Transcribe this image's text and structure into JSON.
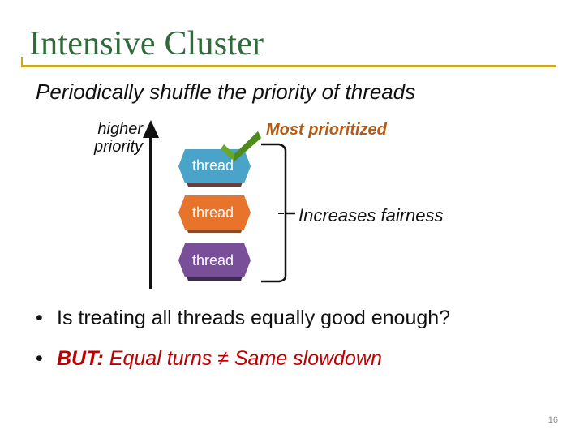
{
  "slide": {
    "title": "Intensive Cluster",
    "subtitle": "Periodically shuffle the priority of threads",
    "axis_label": "higher\npriority",
    "most_prioritized": "Most prioritized",
    "increases_fairness": "Increases fairness",
    "threads": [
      {
        "label": "thread",
        "color": "#4aa3c8"
      },
      {
        "label": "thread",
        "color": "#e8742c"
      },
      {
        "label": "thread",
        "color": "#7a4f9a"
      }
    ],
    "bullets": [
      {
        "text": "Is treating all threads equally good enough?"
      },
      {
        "lead": "BUT:",
        "text": " Equal turns ≠ Same slowdown"
      }
    ],
    "page_number": "16",
    "colors": {
      "title": "#2f6b3a",
      "rule": "#c8a825",
      "accent_red": "#c00000",
      "most_prioritized": "#b45a12",
      "check": "#6aa82a"
    },
    "icons": [
      "check-icon",
      "priority-arrow"
    ]
  }
}
